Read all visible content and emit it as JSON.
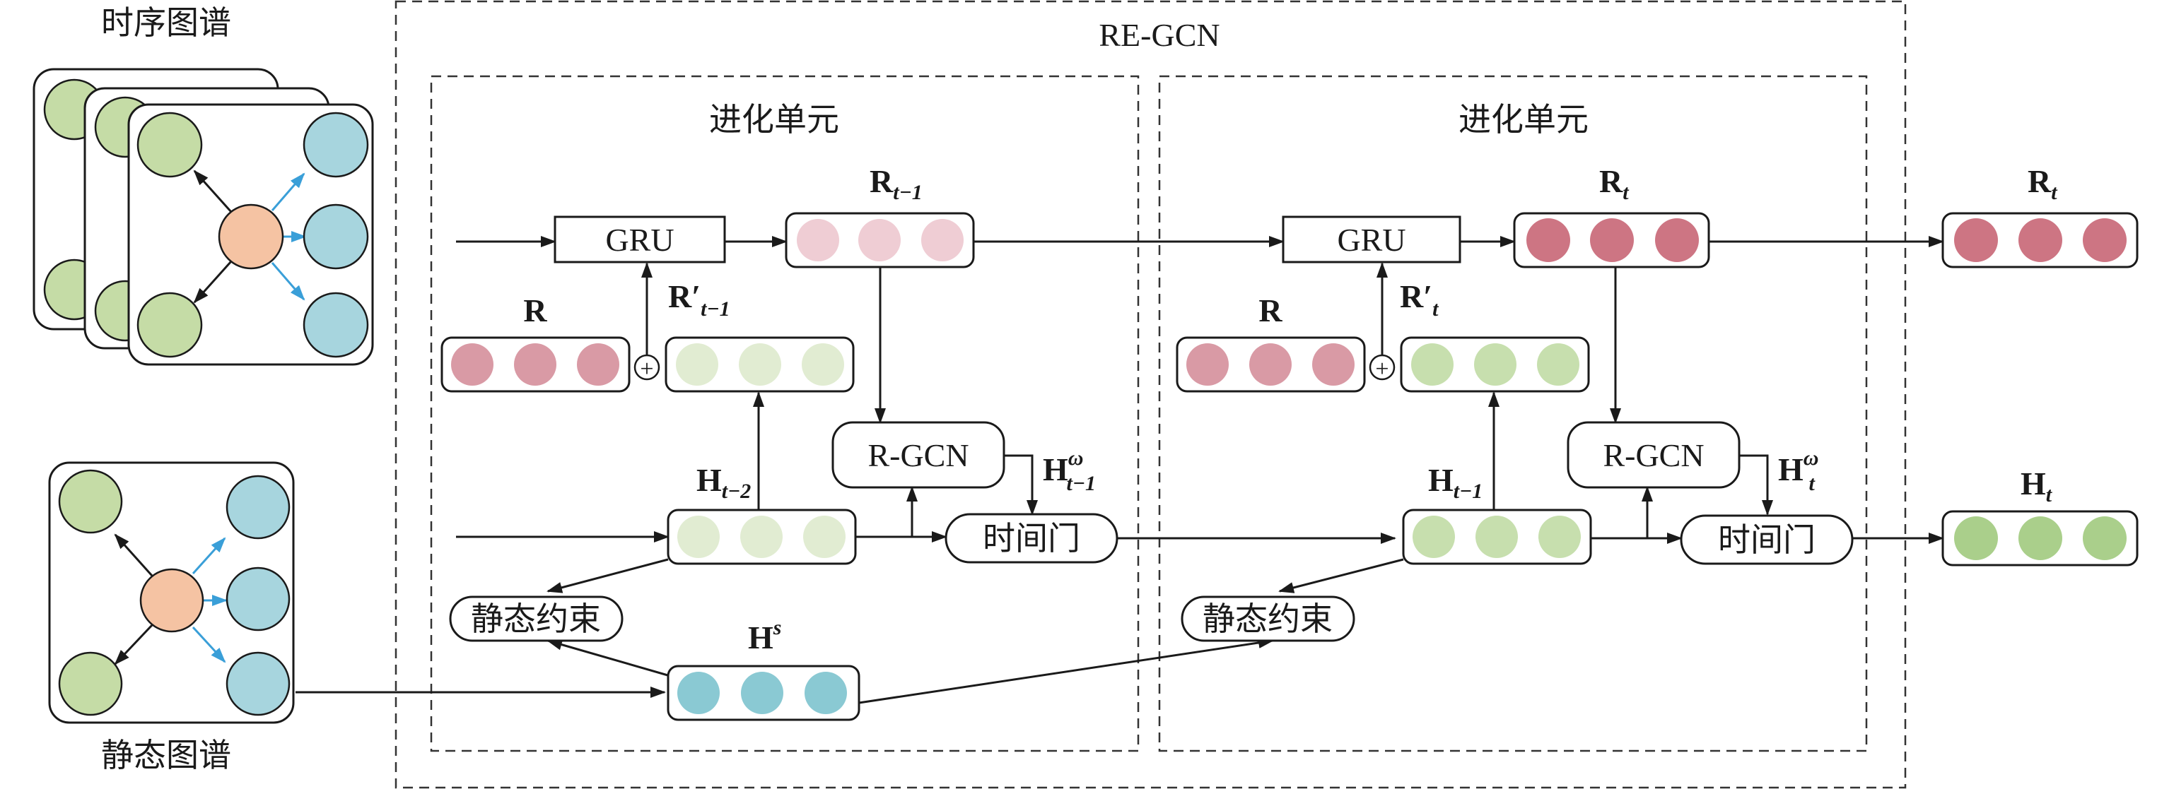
{
  "diagram": {
    "outer_title": "RE-GCN",
    "left": {
      "temporal_graph_label": "时序图谱",
      "static_graph_label": "静态图谱"
    },
    "unit1": {
      "title": "进化单元",
      "gru_label": "GRU",
      "rgcn_label": "R-GCN",
      "time_gate_label": "时间门",
      "static_constraint_label": "静态约束",
      "plus_symbol": "+",
      "R_label": "R",
      "R_out": {
        "main": "R",
        "sub": "t−1"
      },
      "R_prime": {
        "main": "R′",
        "sub": "t−1"
      },
      "H_in": {
        "main": "H",
        "sub": "t−2"
      },
      "H_omega": {
        "main": "H",
        "sub": "t−1",
        "sup": "ω"
      }
    },
    "unit2": {
      "title": "进化单元",
      "gru_label": "GRU",
      "rgcn_label": "R-GCN",
      "time_gate_label": "时间门",
      "static_constraint_label": "静态约束",
      "plus_symbol": "+",
      "R_label": "R",
      "R_out": {
        "main": "R",
        "sub": "t"
      },
      "R_prime": {
        "main": "R′",
        "sub": "t"
      },
      "H_in": {
        "main": "H",
        "sub": "t−1"
      },
      "H_omega": {
        "main": "H",
        "sub": "t",
        "sup": "ω"
      }
    },
    "static_embedding": {
      "main": "H",
      "sup": "s"
    },
    "outputs": {
      "R_final": {
        "main": "R",
        "sub": "t"
      },
      "H_final": {
        "main": "H",
        "sub": "t"
      }
    },
    "colors": {
      "node_green": "#c5dca6",
      "node_blue": "#a7d5de",
      "node_orange": "#f5c3a3",
      "blue_arrow": "#3a9fd8",
      "R_pink": "#d99aa5",
      "R_light": "#efcdd4",
      "R_dark": "#cd7583",
      "H_light": "#e1ecd2",
      "H_mid": "#c7dfae",
      "H_dark": "#aacf8b",
      "Hs_teal": "#8ac9d3"
    }
  }
}
